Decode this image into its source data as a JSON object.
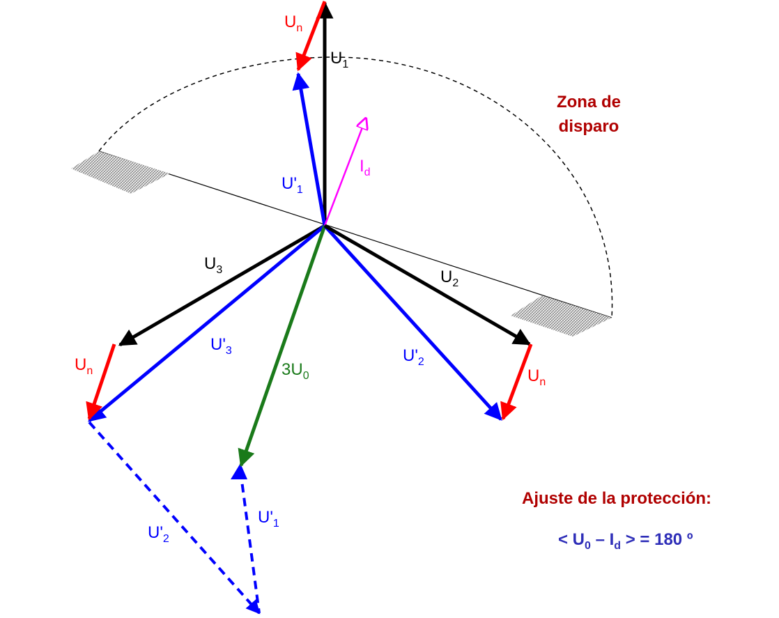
{
  "colors": {
    "black": "#000000",
    "red": "#ff0000",
    "blue": "#0000ff",
    "green": "#1a7a1a",
    "magenta": "#ff00ff",
    "dark_red": "#b00000",
    "setting_blue": "#2e2eb8",
    "hatch": "#7a7a7a"
  },
  "labels": {
    "un_top": {
      "main": "U",
      "sub": "n"
    },
    "u1": {
      "main": "U",
      "sub": "1"
    },
    "u1_prime": {
      "main": "U'",
      "sub": "1"
    },
    "id": {
      "main": "I",
      "sub": "d"
    },
    "u3": {
      "main": "U",
      "sub": "3"
    },
    "u2": {
      "main": "U",
      "sub": "2"
    },
    "u3_prime": {
      "main": "U'",
      "sub": "3"
    },
    "three_u0": {
      "main": "3U",
      "sub": "0"
    },
    "u2_prime": {
      "main": "U'",
      "sub": "2"
    },
    "un_left": {
      "main": "U",
      "sub": "n"
    },
    "un_right": {
      "main": "U",
      "sub": "n"
    },
    "u1_prime_dashed": {
      "main": "U'",
      "sub": "1"
    },
    "u2_prime_dashed": {
      "main": "U'",
      "sub": "2"
    }
  },
  "trip_zone": {
    "line1": "Zona de",
    "line2": "disparo"
  },
  "setting": {
    "title": "Ajuste de la protección:",
    "expr_open": "< U",
    "expr_sub0": "0",
    "expr_dash": " – I",
    "expr_subd": "d",
    "expr_close": " > = 180 º"
  }
}
